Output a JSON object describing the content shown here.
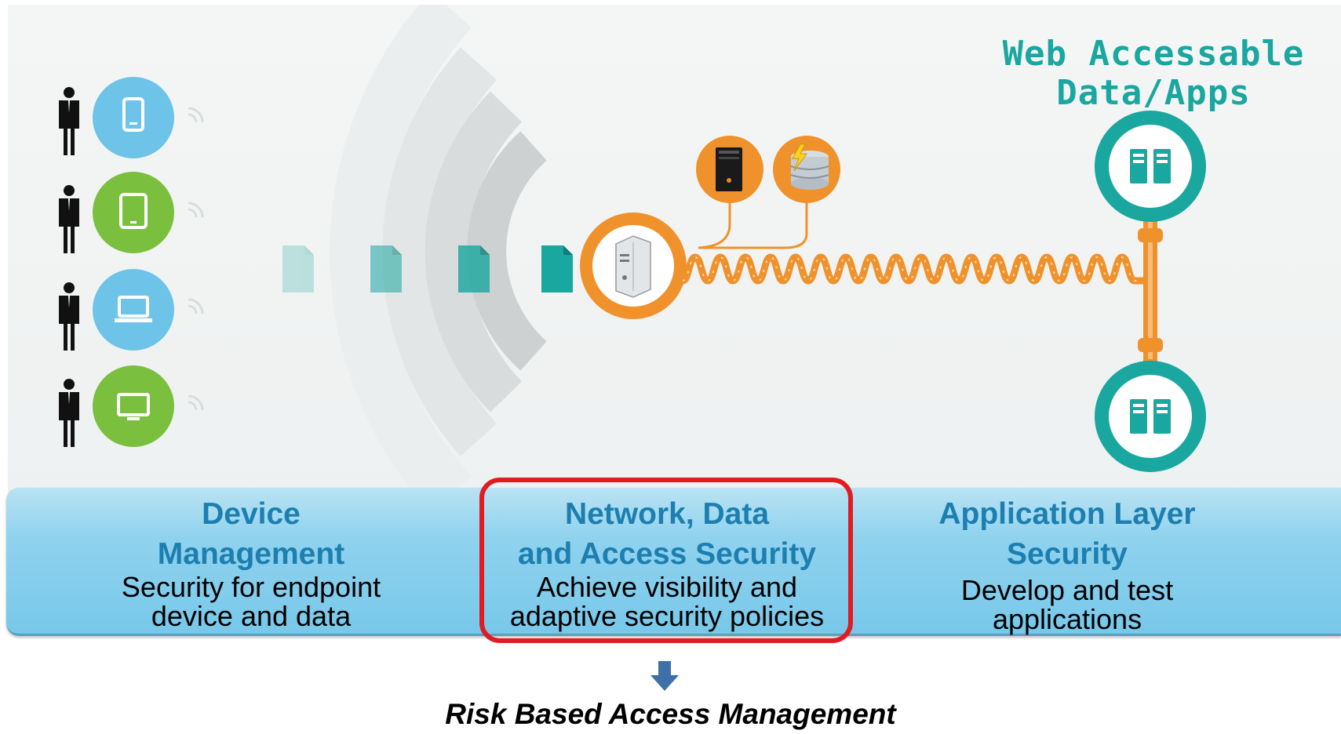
{
  "header": {
    "title_line1": "Web Accessable",
    "title_line2": "Data/Apps"
  },
  "devices": [
    {
      "name": "phone",
      "color": "#6ec3e8"
    },
    {
      "name": "tablet",
      "color": "#7bbf3f"
    },
    {
      "name": "laptop",
      "color": "#6ec3e8"
    },
    {
      "name": "monitor",
      "color": "#7bbf3f"
    }
  ],
  "columns": [
    {
      "title_line1": "Device",
      "title_line2": "Management",
      "desc_line1": "Security for endpoint",
      "desc_line2": "device and data"
    },
    {
      "title_line1": "Network, Data",
      "title_line2": "and Access Security",
      "desc_line1": "Achieve visibility and",
      "desc_line2": "adaptive security policies"
    },
    {
      "title_line1": "Application Layer",
      "title_line2": "Security",
      "desc_line1": "Develop and test",
      "desc_line2": "applications"
    }
  ],
  "footer": {
    "label": "Risk Based Access Management"
  },
  "colors": {
    "accent_orange": "#f0922b",
    "accent_teal": "#1aa7a0",
    "highlight_red": "#e11b22",
    "heading_blue": "#1c7fb0",
    "arrow_blue": "#3d6fa8"
  }
}
